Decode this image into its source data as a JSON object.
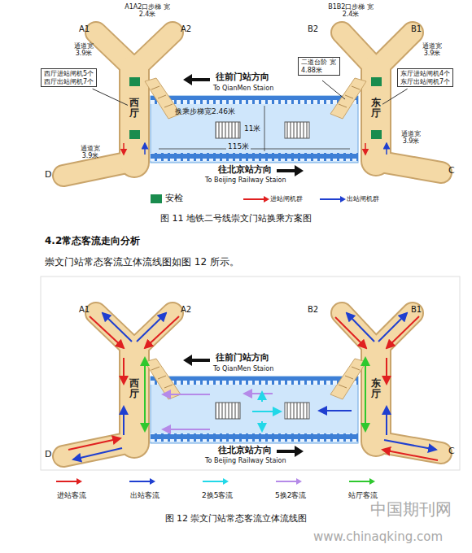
{
  "diagram": {
    "caption": "图 12 崇文门站常态客流立体流线图",
    "nodes": [
      {
        "text": [
          "西厅"
        ]
      },
      {
        "text": [
          "西厅进站闸机5个",
          "西厅出站闸机7个"
        ]
      },
      {
        "text": [
          "二道台阶 宽4.88米"
        ]
      },
      {
        "text": [
          "东厅进站闸机4个",
          "东厅出站闸机7个"
        ]
      },
      {
        "text": [
          "东厅"
        ]
      },
      {
        "text": [
          "西厅"
        ]
      },
      {
        "text": [
          "东厅"
        ]
      }
    ],
    "edges": [
      {
        "from": 1,
        "to": 0,
        "arrow": "none"
      },
      {
        "from": 3,
        "to": 4,
        "arrow": "none"
      }
    ],
    "labels": [
      "A1",
      "A2",
      "A1A2口步梯 宽2.4米",
      "B2",
      "B1",
      "B1B2口步梯 宽2.4米",
      "通道宽 3.9米",
      "通道宽 3.9米",
      "往前门站方向",
      "To QianMen Staion",
      "换乘步梯宽2.46米",
      "11米",
      "115米",
      "往北京站方向",
      "To Beijing Railway Staion",
      "D",
      "C",
      "通道宽 3.9米",
      "通道宽 3.9米",
      "A1",
      "A2",
      "B2",
      "B1",
      "往前门站方向",
      "To QianMen Staion",
      "往北京站方向",
      "To Beijing Railway Staion",
      "D",
      "C",
      "图 11 地铁二号线崇文门站换乘方案图",
      "4.2常态客流走向分析",
      "崇文门站常态客流立体流线图如图 12 所示。",
      "中国期刊网",
      "www.chinaqking.com"
    ],
    "legend": [
      {
        "text": "安检",
        "color": "#1a8c4e"
      },
      {
        "text": "进站闸机群",
        "color": "#e02020"
      },
      {
        "text": "出站闸机群",
        "color": "#1f3fd0"
      },
      {
        "text": "进站客流",
        "color": "#e02020"
      },
      {
        "text": "出站客流",
        "color": "#1f3fd0"
      },
      {
        "text": "2换5客流",
        "color": "#22d8e8"
      },
      {
        "text": "5换2客流",
        "color": "#b58ae8"
      },
      {
        "text": "站厅客流",
        "color": "#2ec82e"
      }
    ]
  }
}
